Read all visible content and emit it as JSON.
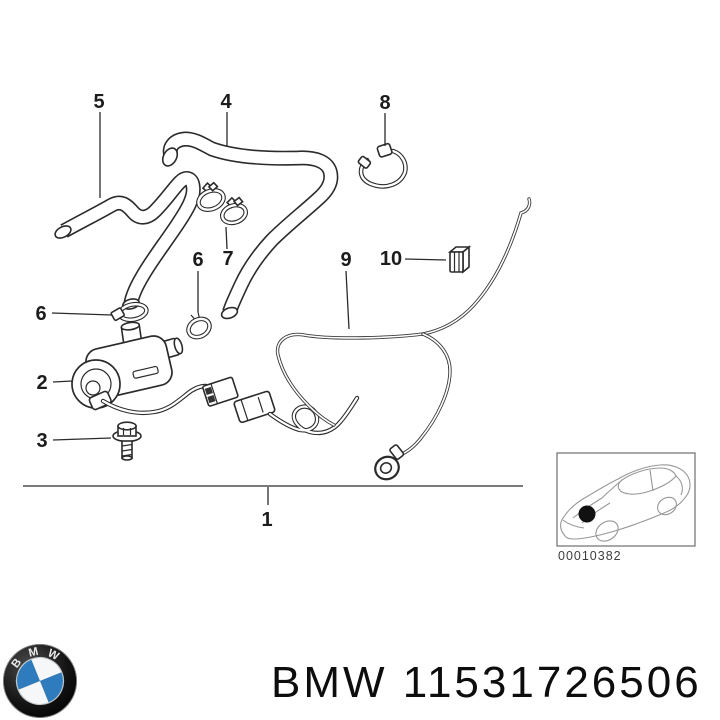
{
  "page": {
    "background_color": "#ffffff"
  },
  "diagram": {
    "callouts": {
      "c1": "1",
      "c2": "2",
      "c3": "3",
      "c4": "4",
      "c5": "5",
      "c6a": "6",
      "c6b": "6",
      "c7": "7",
      "c8": "8",
      "c9": "9",
      "c10": "10"
    },
    "thumbnail": {
      "code": "00010382"
    }
  },
  "footer": {
    "logo": {
      "letters": [
        "B",
        "M",
        "W"
      ],
      "blue": "#2e7bbd",
      "ring_color": "#0b0b0b"
    },
    "part_text": "BMW 11531726506"
  },
  "colors": {
    "line": "#2b2b2b",
    "thumbnail_line": "#979797",
    "text": "#111111"
  }
}
